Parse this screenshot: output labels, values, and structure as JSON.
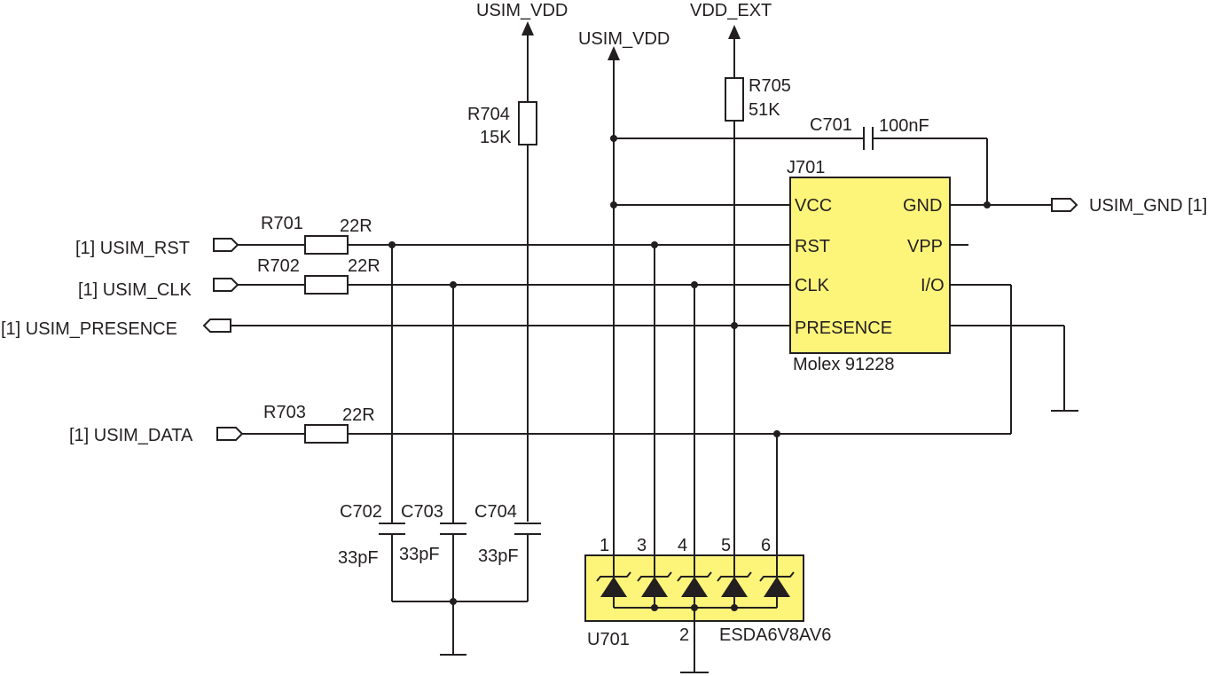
{
  "colors": {
    "ic_fill": "#fdf57a",
    "ink": "#231f20",
    "background": "#ffffff"
  },
  "power": {
    "usim_vdd_top": "USIM_VDD",
    "usim_vdd_mid": "USIM_VDD",
    "vdd_ext": "VDD_EXT"
  },
  "resistors": {
    "r701": {
      "ref": "R701",
      "value": "22R"
    },
    "r702": {
      "ref": "R702",
      "value": "22R"
    },
    "r703": {
      "ref": "R703",
      "value": "22R"
    },
    "r704": {
      "ref": "R704",
      "value": "15K"
    },
    "r705": {
      "ref": "R705",
      "value": "51K"
    }
  },
  "capacitors": {
    "c701": {
      "ref": "C701",
      "value": "100nF"
    },
    "c702": {
      "ref": "C702",
      "value": "33pF"
    },
    "c703": {
      "ref": "C703",
      "value": "33pF"
    },
    "c704": {
      "ref": "C704",
      "value": "33pF"
    }
  },
  "ports": {
    "rst": "[1] USIM_RST",
    "clk": "[1] USIM_CLK",
    "presence": "[1] USIM_PRESENCE",
    "data": "[1] USIM_DATA",
    "gnd": "USIM_GND [1]"
  },
  "connector": {
    "ref": "J701",
    "part": "Molex 91228",
    "pins": {
      "vcc": "VCC",
      "rst": "RST",
      "clk": "CLK",
      "presence": "PRESENCE",
      "gnd": "GND",
      "vpp": "VPP",
      "io": "I/O"
    }
  },
  "esd": {
    "ref": "U701",
    "part": "ESDA6V8AV6",
    "pins": {
      "p1": "1",
      "p3": "3",
      "p4": "4",
      "p5": "5",
      "p6": "6",
      "p2": "2"
    }
  }
}
